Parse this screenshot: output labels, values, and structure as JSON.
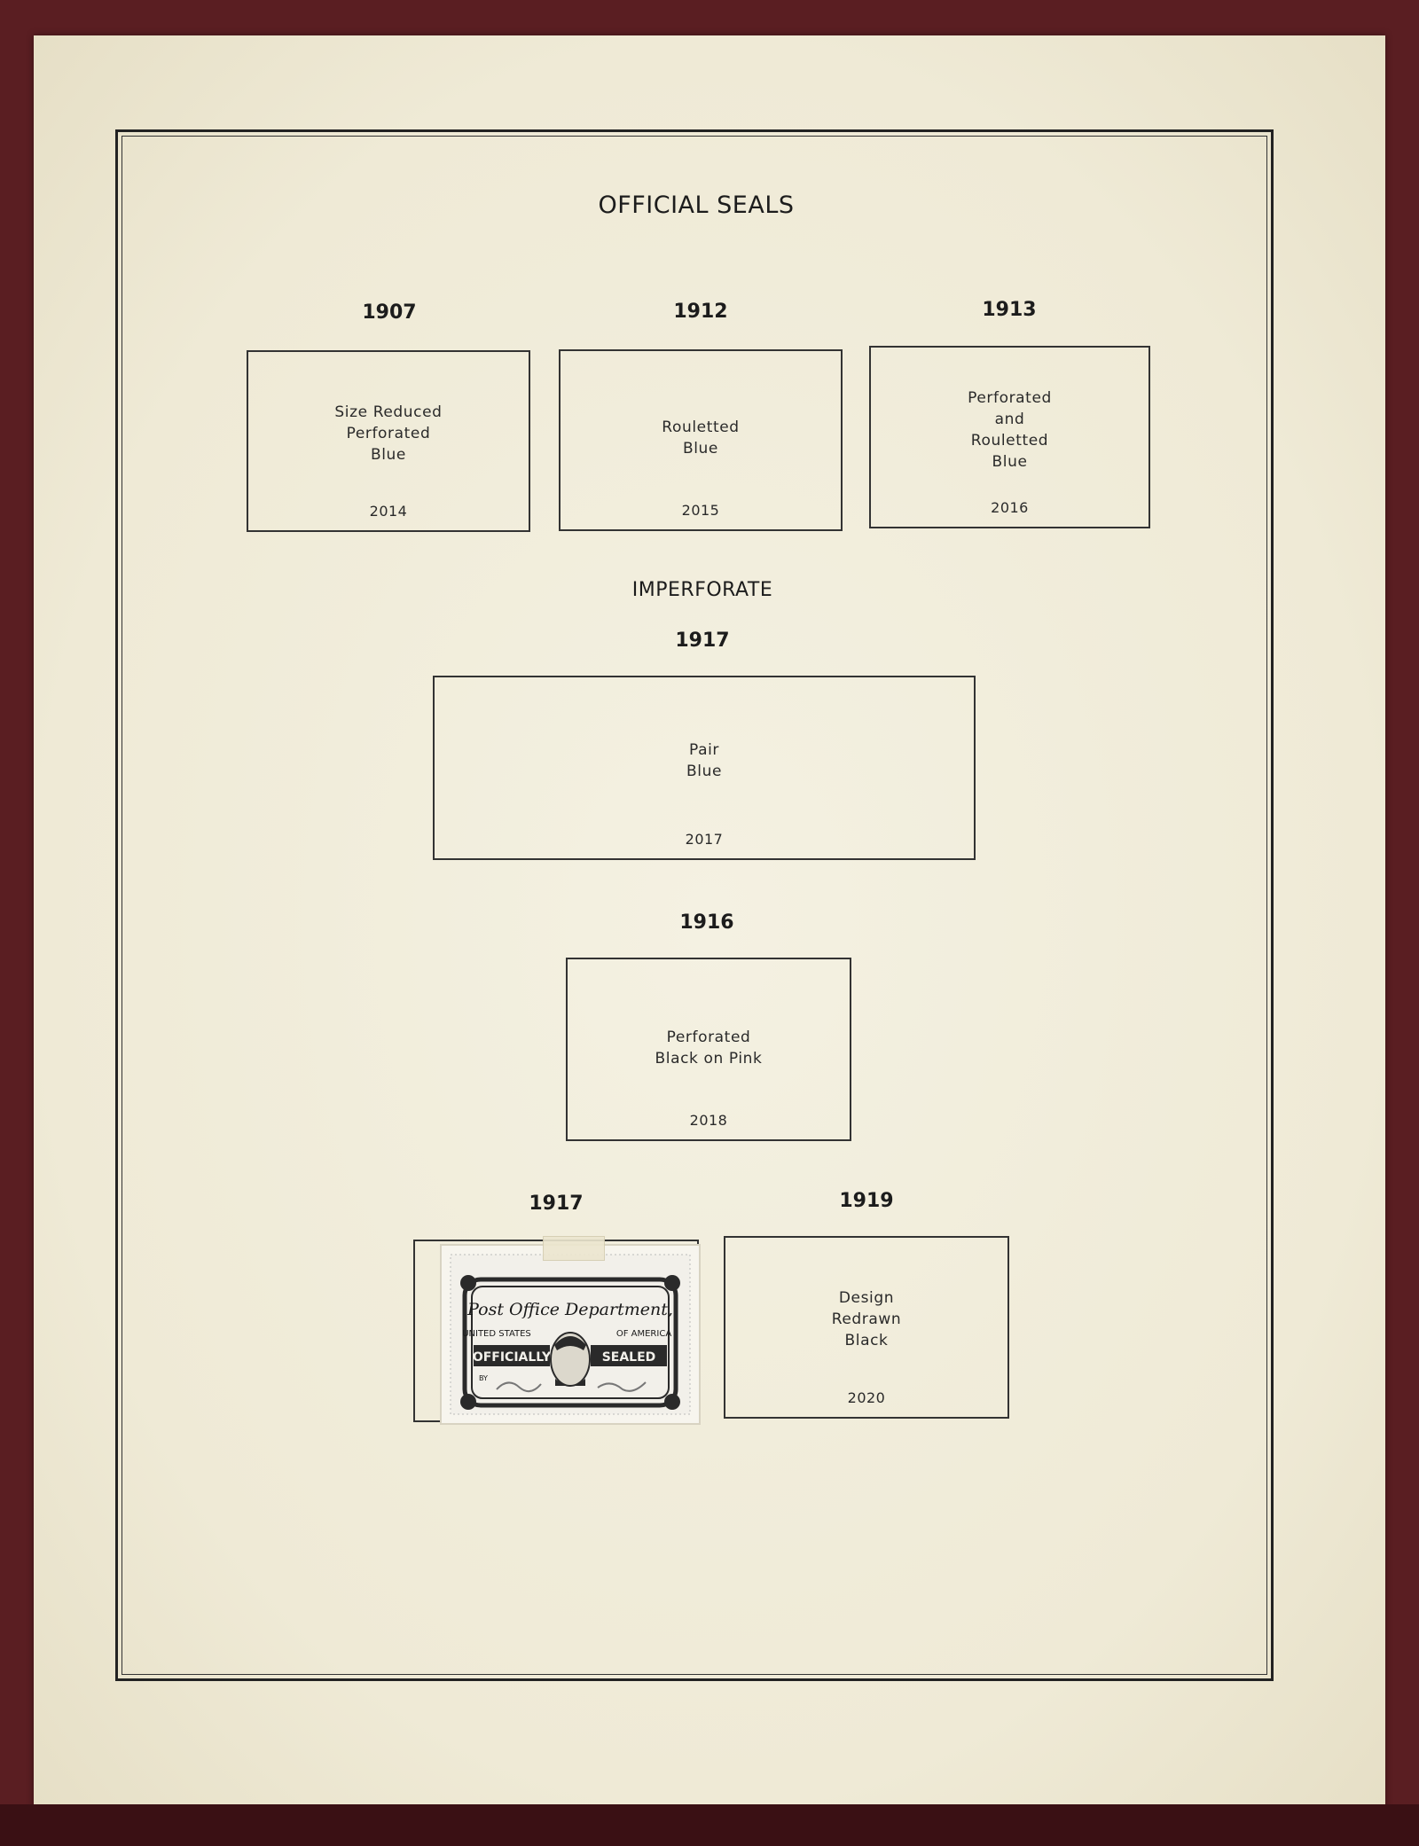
{
  "page": {
    "title": "OFFICIAL SEALS",
    "subheading": "IMPERFORATE"
  },
  "spaces": [
    {
      "year": "1907",
      "lines": [
        "Size Reduced",
        "Perforated",
        "Blue"
      ],
      "number": "2014"
    },
    {
      "year": "1912",
      "lines": [
        "Rouletted",
        "Blue"
      ],
      "number": "2015"
    },
    {
      "year": "1913",
      "lines": [
        "Perforated",
        "and",
        "Rouletted",
        "Blue"
      ],
      "number": "2016"
    },
    {
      "year": "1917",
      "lines": [
        "Pair",
        "Blue"
      ],
      "number": "2017"
    },
    {
      "year": "1916",
      "lines": [
        "Perforated",
        "Black on Pink"
      ],
      "number": "2018"
    },
    {
      "year": "1917",
      "mounted_stamp": {
        "top_text": "Post Office Department,",
        "left_text": "UNITED STATES",
        "right_text": "OF AMERICA",
        "band_left": "OFFICIALLY",
        "band_right": "SEALED",
        "by_label": "BY"
      }
    },
    {
      "year": "1919",
      "lines": [
        "Design",
        "Redrawn",
        "Black"
      ],
      "number": "2020"
    }
  ],
  "colors": {
    "paper": "#f0ecd9",
    "ink": "#1c1c1c",
    "background": "#5a1e22"
  }
}
